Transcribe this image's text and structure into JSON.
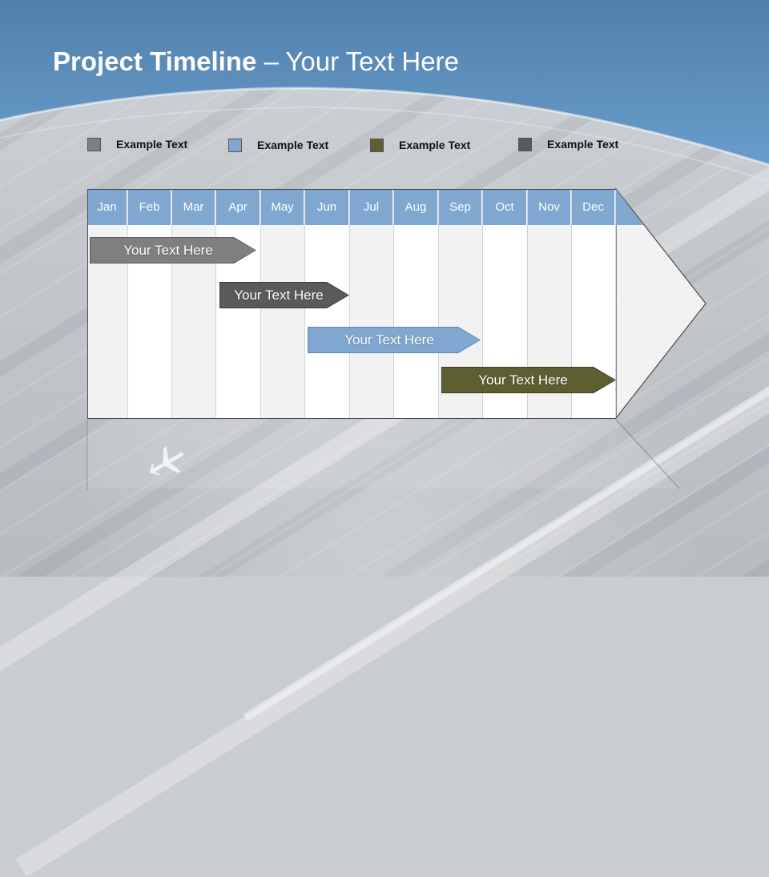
{
  "title": {
    "bold": "Project Timeline",
    "rest": " – Your Text Here"
  },
  "legend": [
    {
      "label": "Example Text",
      "color": "#7f7f7f"
    },
    {
      "label": "Example Text",
      "color": "#7fa7cf"
    },
    {
      "label": "Example Text",
      "color": "#5d5e32"
    },
    {
      "label": "Example Text",
      "color": "#5a5a5a"
    }
  ],
  "months": [
    "Jan",
    "Feb",
    "Mar",
    "Apr",
    "May",
    "Jun",
    "Jul",
    "Aug",
    "Sep",
    "Oct",
    "Nov",
    "Dec"
  ],
  "tasks": [
    {
      "label": "Your  Text Here",
      "color": "#7f7f7f"
    },
    {
      "label": "Your  Text Here",
      "color": "#5a5a5a"
    },
    {
      "label": "Your  Text Here",
      "color": "#7fa7cf"
    },
    {
      "label": "Your  Text Here",
      "color": "#5d5e32"
    }
  ],
  "colors": {
    "header": "#7fa7cf",
    "sky": "#5b8fbf"
  }
}
